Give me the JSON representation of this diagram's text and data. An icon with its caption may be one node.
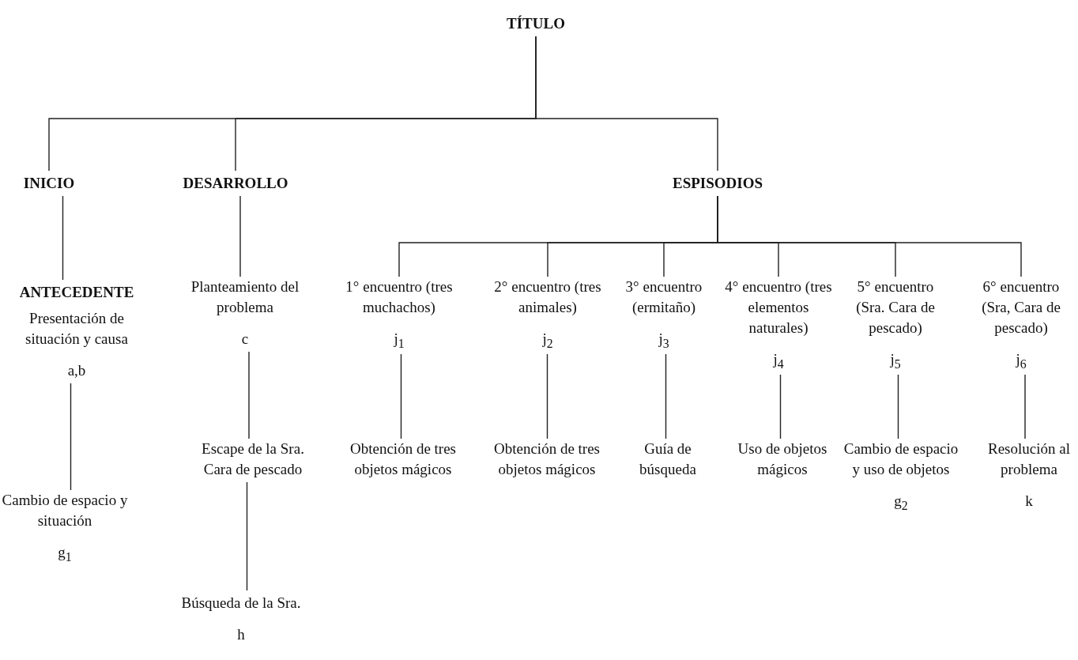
{
  "diagram": {
    "nodes": [
      {
        "text": [
          "TÍTULO"
        ]
      },
      {
        "text": [
          "INICIO"
        ]
      },
      {
        "text": [
          "DESARROLLO"
        ]
      },
      {
        "text": [
          "ESPISODIOS"
        ]
      },
      {
        "text": [
          "ANTECEDENTE",
          "Presentación de situación y causa",
          "a,b"
        ]
      },
      {
        "text": [
          "Cambio de espacio y situación",
          "g$_{1}$"
        ]
      },
      {
        "text": [
          "Planteamiento del problema",
          "c"
        ]
      },
      {
        "text": [
          "Escape de la Sra. Cara de pescado"
        ]
      },
      {
        "text": [
          "Búsqueda de la Sra.",
          "h"
        ]
      },
      {
        "text": [
          "1° encuentro (tres muchachos)",
          "j$_{1}$"
        ]
      },
      {
        "text": [
          "2° encuentro (tres animales)",
          "j$_{2}$"
        ]
      },
      {
        "text": [
          "3° encuentro (ermitaño)",
          "j$_{3}$"
        ]
      },
      {
        "text": [
          "4° encuentro (tres elementos naturales)",
          "j$_{4}$"
        ]
      },
      {
        "text": [
          "5° encuentro (Sra. Cara de pescado)",
          "j$_{5}$"
        ]
      },
      {
        "text": [
          "6° encuentro (Sra, Cara de pescado)",
          "j$_{6}$"
        ]
      },
      {
        "text": [
          "Obtención de tres objetos mágicos"
        ]
      },
      {
        "text": [
          "Obtención de tres objetos mágicos"
        ]
      },
      {
        "text": [
          "Guía de búsqueda"
        ]
      },
      {
        "text": [
          "Uso de objetos mágicos"
        ]
      },
      {
        "text": [
          "Cambio de espacio y uso de objetos",
          "g$_{2}$"
        ]
      },
      {
        "text": [
          "Resolución al problema",
          "k"
        ]
      }
    ],
    "edges": [
      {
        "from": 0,
        "to": 1,
        "arrow": "none"
      },
      {
        "from": 0,
        "to": 2,
        "arrow": "none"
      },
      {
        "from": 0,
        "to": 3,
        "arrow": "none"
      },
      {
        "from": 1,
        "to": 4,
        "arrow": "none"
      },
      {
        "from": 4,
        "to": 5,
        "arrow": "none"
      },
      {
        "from": 2,
        "to": 6,
        "arrow": "none"
      },
      {
        "from": 6,
        "to": 7,
        "arrow": "none"
      },
      {
        "from": 7,
        "to": 8,
        "arrow": "none"
      },
      {
        "from": 3,
        "to": 9,
        "arrow": "none"
      },
      {
        "from": 3,
        "to": 10,
        "arrow": "none"
      },
      {
        "from": 3,
        "to": 11,
        "arrow": "none"
      },
      {
        "from": 3,
        "to": 12,
        "arrow": "none"
      },
      {
        "from": 3,
        "to": 13,
        "arrow": "none"
      },
      {
        "from": 3,
        "to": 14,
        "arrow": "none"
      },
      {
        "from": 9,
        "to": 15,
        "arrow": "none"
      },
      {
        "from": 10,
        "to": 16,
        "arrow": "none"
      },
      {
        "from": 11,
        "to": 17,
        "arrow": "none"
      },
      {
        "from": 12,
        "to": 18,
        "arrow": "none"
      },
      {
        "from": 13,
        "to": 19,
        "arrow": "none"
      },
      {
        "from": 14,
        "to": 20,
        "arrow": "none"
      }
    ]
  }
}
